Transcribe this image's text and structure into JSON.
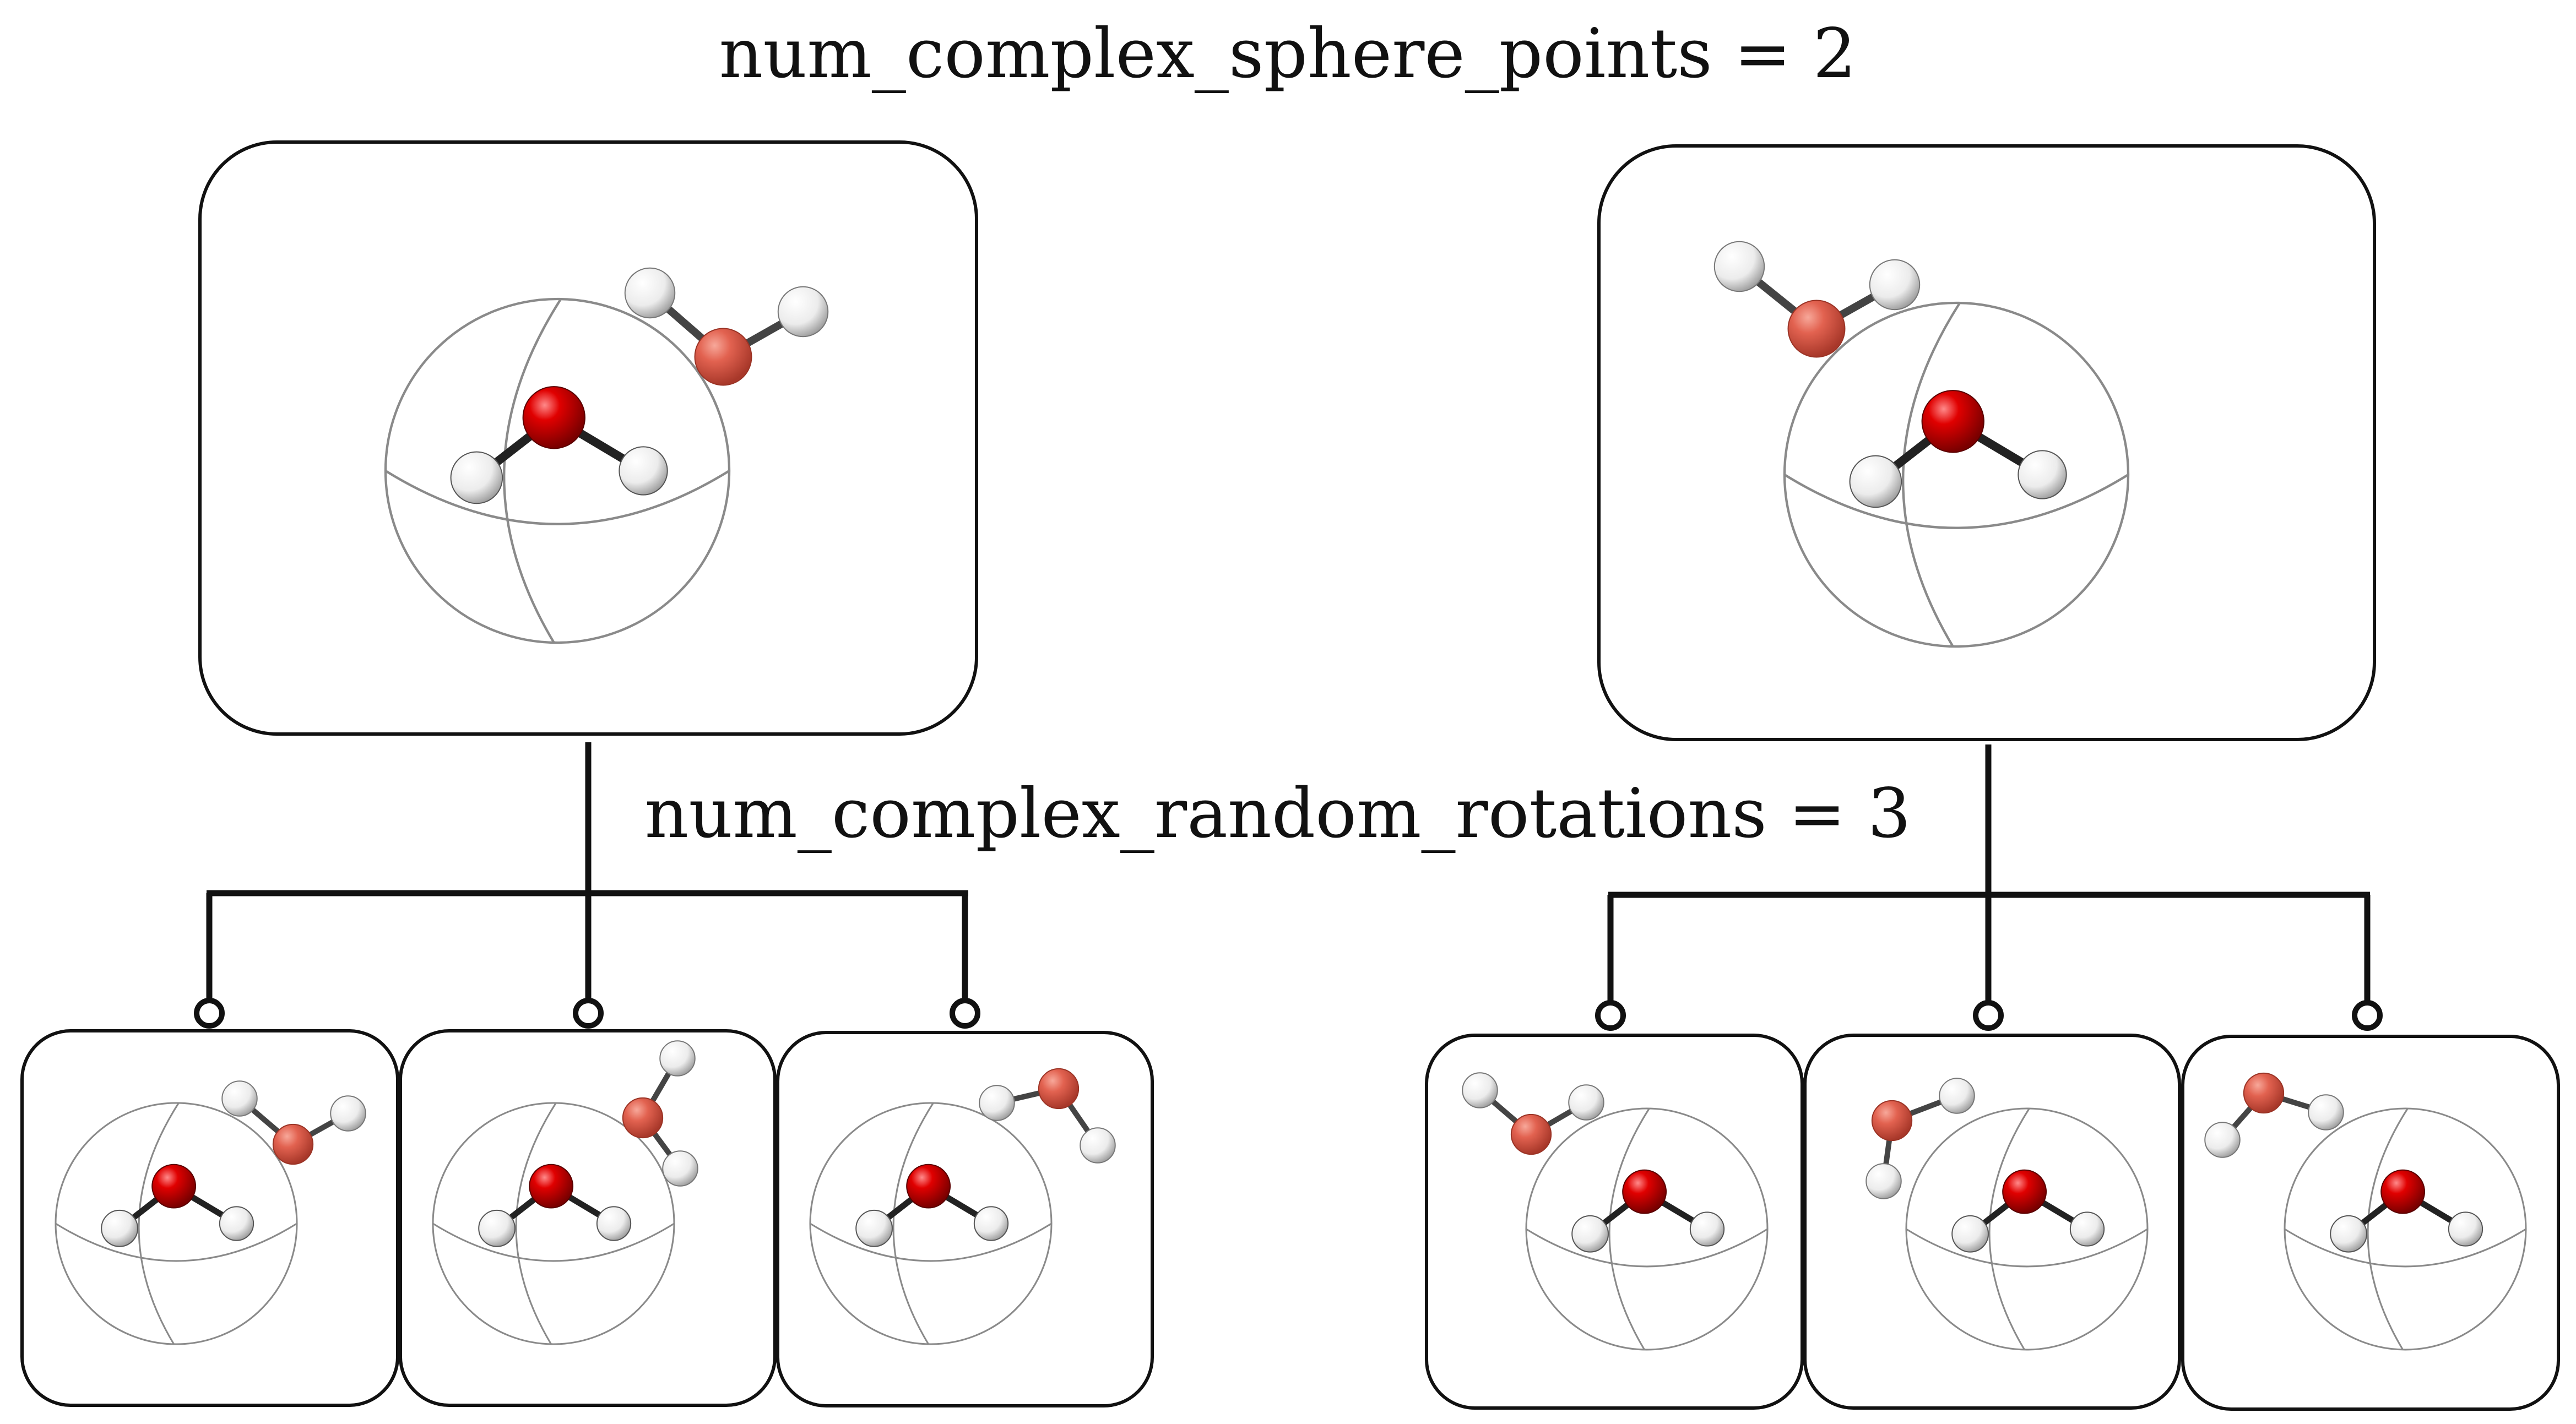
{
  "title_top": "num_complex_sphere_points = 2",
  "title_mid": "num_complex_random_rotations = 3",
  "colors": {
    "box_stroke": "#111111",
    "sphere_stroke": "#8a8a8a",
    "central_oxygen": "#d40000",
    "guest_oxygen": "#e06050",
    "hydrogen": "#f2f2f2",
    "bond": "#222222",
    "guest_bond": "#444444"
  },
  "sphere_points": [
    {
      "id": "point-1",
      "random_rotations": [
        "rotation-1",
        "rotation-2",
        "rotation-3"
      ]
    },
    {
      "id": "point-2",
      "random_rotations": [
        "rotation-1",
        "rotation-2",
        "rotation-3"
      ]
    }
  ]
}
